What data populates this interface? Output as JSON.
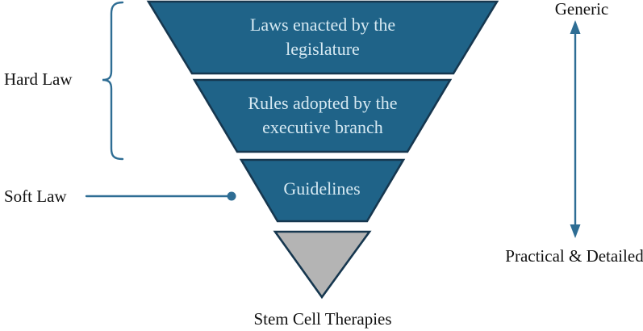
{
  "colors": {
    "level_fill": "#1f6388",
    "level_border": "#16374f",
    "level_text": "#d6e9f2",
    "triangle_fill": "#b4b4b4",
    "annotation": "#2e6d94",
    "label_text": "#111111"
  },
  "funnel": {
    "levels": [
      {
        "id": "laws",
        "lines": [
          "Laws enacted by the",
          "legislature"
        ]
      },
      {
        "id": "rules",
        "lines": [
          "Rules adopted by the",
          "executive branch"
        ]
      },
      {
        "id": "guidelines",
        "lines": [
          "Guidelines"
        ]
      }
    ],
    "apex_label": "Stem Cell Therapies"
  },
  "annotations": {
    "hard_law_label": "Hard Law",
    "soft_law_label": "Soft Law"
  },
  "axis": {
    "top_label": "Generic",
    "bottom_label": "Practical & Detailed"
  }
}
